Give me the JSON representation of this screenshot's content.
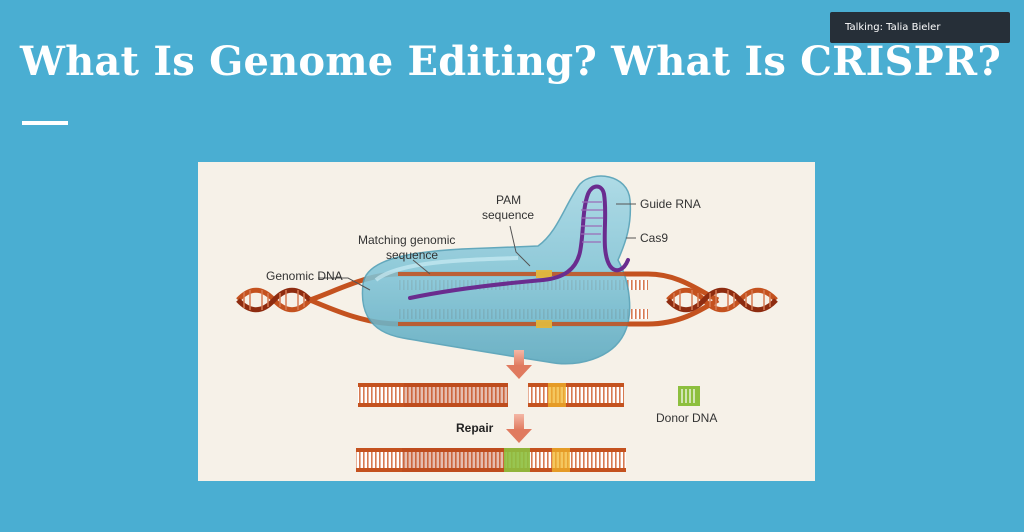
{
  "slide": {
    "title": "What Is Genome Editing? What Is CRISPR?"
  },
  "talking_indicator": {
    "text": "Talking: Talia Bieler"
  },
  "diagram": {
    "labels": {
      "genomic_dna": "Genomic DNA",
      "matching_seq_1": "Matching genomic",
      "matching_seq_2": "sequence",
      "pam_1": "PAM",
      "pam_2": "sequence",
      "guide_rna": "Guide RNA",
      "cas9": "Cas9",
      "donor_dna": "Donor DNA",
      "repair": "Repair"
    },
    "colors": {
      "slide_bg": "#4aaed2",
      "figure_bg": "#f6f1e8",
      "dna_strand": "#c4521f",
      "dna_dark": "#8e2c10",
      "cas9_body": "#7fc3d6",
      "guide_rna": "#6a2c8f",
      "pam": "#f0b429",
      "donor": "#8dbf3e",
      "arrow": "#e07a5f"
    }
  }
}
